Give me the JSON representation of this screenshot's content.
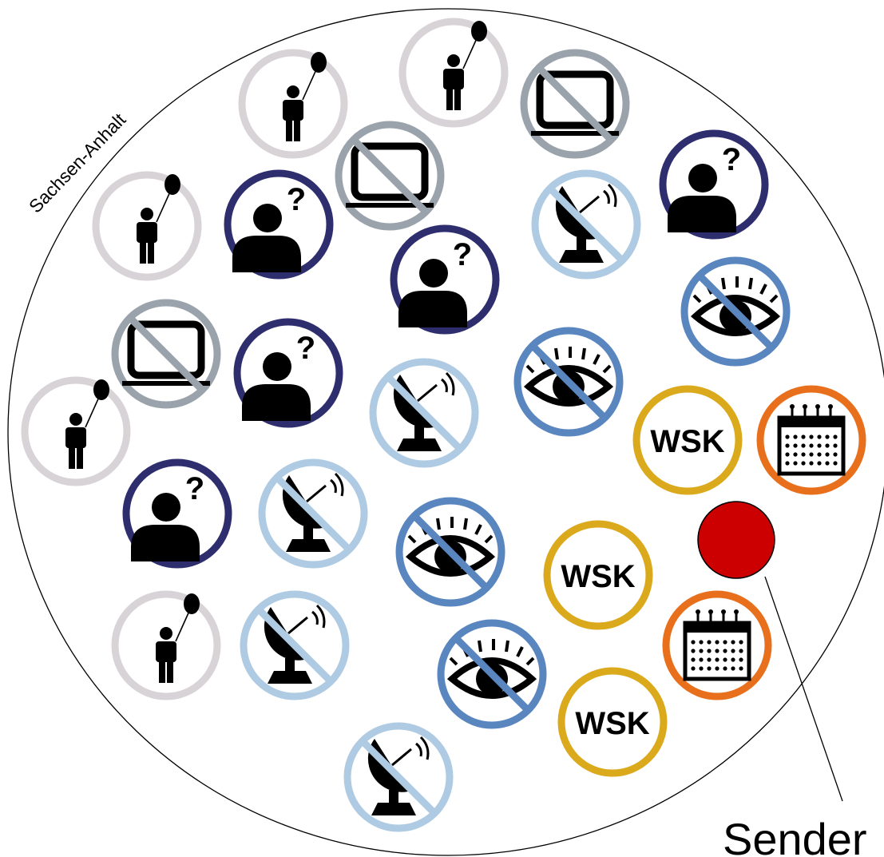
{
  "region_label": "Sachsen-Anhalt",
  "sender_label": "Sender",
  "wsk_label": "WSK",
  "categories": {
    "child_balloon": {
      "icon": "child-with-balloon-icon",
      "ring": "#d8d3d6"
    },
    "no_tv": {
      "icon": "no-tv-icon",
      "ring": "#9aa3ab"
    },
    "confused_person": {
      "icon": "person-question-icon",
      "ring": "#2e2d6e"
    },
    "no_satellite": {
      "icon": "no-satellite-dish-icon",
      "ring": "#aecbe3"
    },
    "no_eye": {
      "icon": "no-eye-icon",
      "ring": "#5a86c0"
    },
    "wsk": {
      "icon": "wsk-badge-icon",
      "ring": "#dba91c"
    },
    "calendar": {
      "icon": "calendar-icon",
      "ring": "#e8701d"
    },
    "sender": {
      "icon": "sender-dot",
      "fill": "#cc0000"
    }
  },
  "counts": {
    "child_balloon": 5,
    "no_tv": 3,
    "confused_person": 5,
    "no_satellite": 5,
    "no_eye": 4,
    "wsk": 3,
    "calendar": 2,
    "sender": 1
  }
}
